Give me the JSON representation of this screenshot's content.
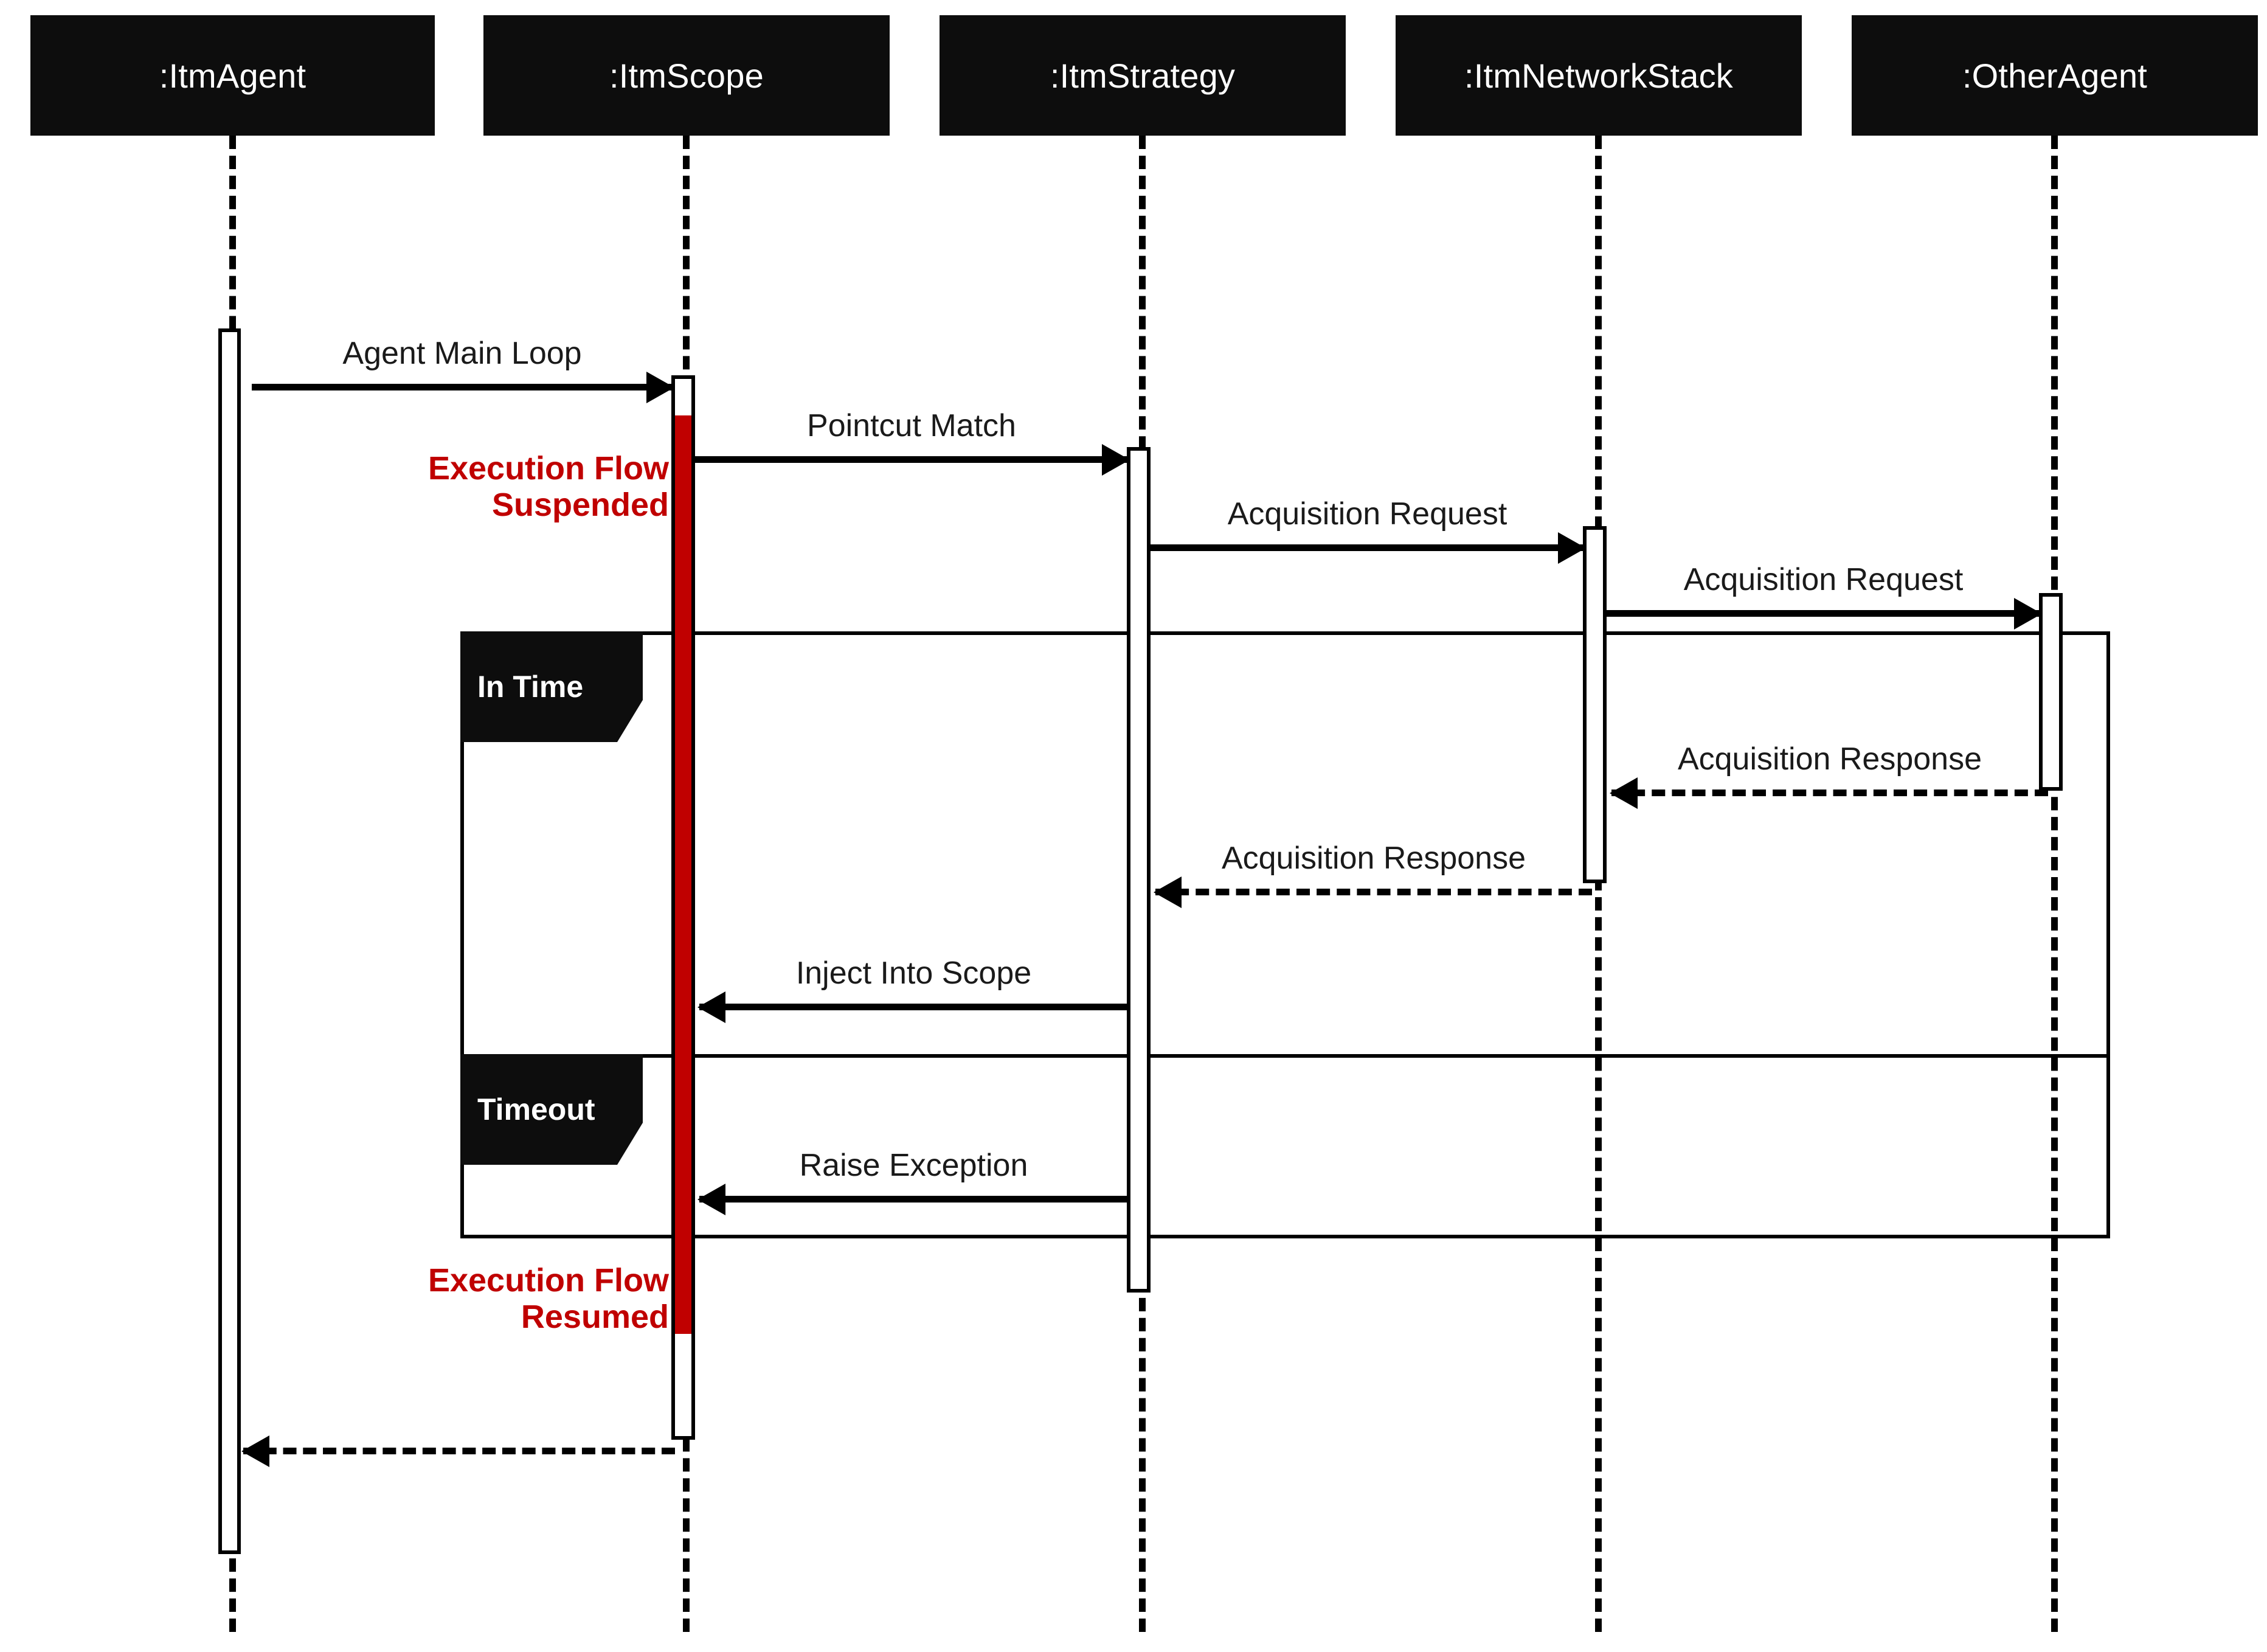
{
  "diagram": {
    "type": "uml-sequence-diagram",
    "background_color": "#ffffff",
    "accent_color": "#c00000",
    "line_color": "#000000"
  },
  "lifelines": [
    {
      "id": "agent",
      "label": ":ItmAgent"
    },
    {
      "id": "scope",
      "label": ":ItmScope"
    },
    {
      "id": "strategy",
      "label": ":ItmStrategy"
    },
    {
      "id": "network",
      "label": ":ItmNetworkStack"
    },
    {
      "id": "other",
      "label": ":OtherAgent"
    }
  ],
  "messages": [
    {
      "id": "m1",
      "label": "Agent Main Loop",
      "from": "agent",
      "to": "scope",
      "style": "solid",
      "direction": "right"
    },
    {
      "id": "m2",
      "label": "Pointcut Match",
      "from": "scope",
      "to": "strategy",
      "style": "solid",
      "direction": "right"
    },
    {
      "id": "m3",
      "label": "Acquisition Request",
      "from": "strategy",
      "to": "network",
      "style": "solid",
      "direction": "right"
    },
    {
      "id": "m4",
      "label": "Acquisition Request",
      "from": "network",
      "to": "other",
      "style": "solid",
      "direction": "right"
    },
    {
      "id": "m5",
      "label": "Acquisition Response",
      "from": "other",
      "to": "network",
      "style": "dashed",
      "direction": "left"
    },
    {
      "id": "m6",
      "label": "Acquisition Response",
      "from": "network",
      "to": "strategy",
      "style": "dashed",
      "direction": "left"
    },
    {
      "id": "m7",
      "label": "Inject Into Scope",
      "from": "strategy",
      "to": "scope",
      "style": "solid",
      "direction": "left"
    },
    {
      "id": "m8",
      "label": "Raise Exception",
      "from": "strategy",
      "to": "scope",
      "style": "solid",
      "direction": "left"
    },
    {
      "id": "m9",
      "label": "",
      "from": "scope",
      "to": "agent",
      "style": "dashed",
      "direction": "left"
    }
  ],
  "fragment": {
    "operands": [
      {
        "id": "in-time",
        "label": "In Time"
      },
      {
        "id": "timeout",
        "label": "Timeout"
      }
    ]
  },
  "annotations": [
    {
      "id": "suspended",
      "text": "Execution Flow\nSuspended",
      "color": "#c00000"
    },
    {
      "id": "resumed",
      "text": "Execution Flow\nResumed",
      "color": "#c00000"
    }
  ]
}
